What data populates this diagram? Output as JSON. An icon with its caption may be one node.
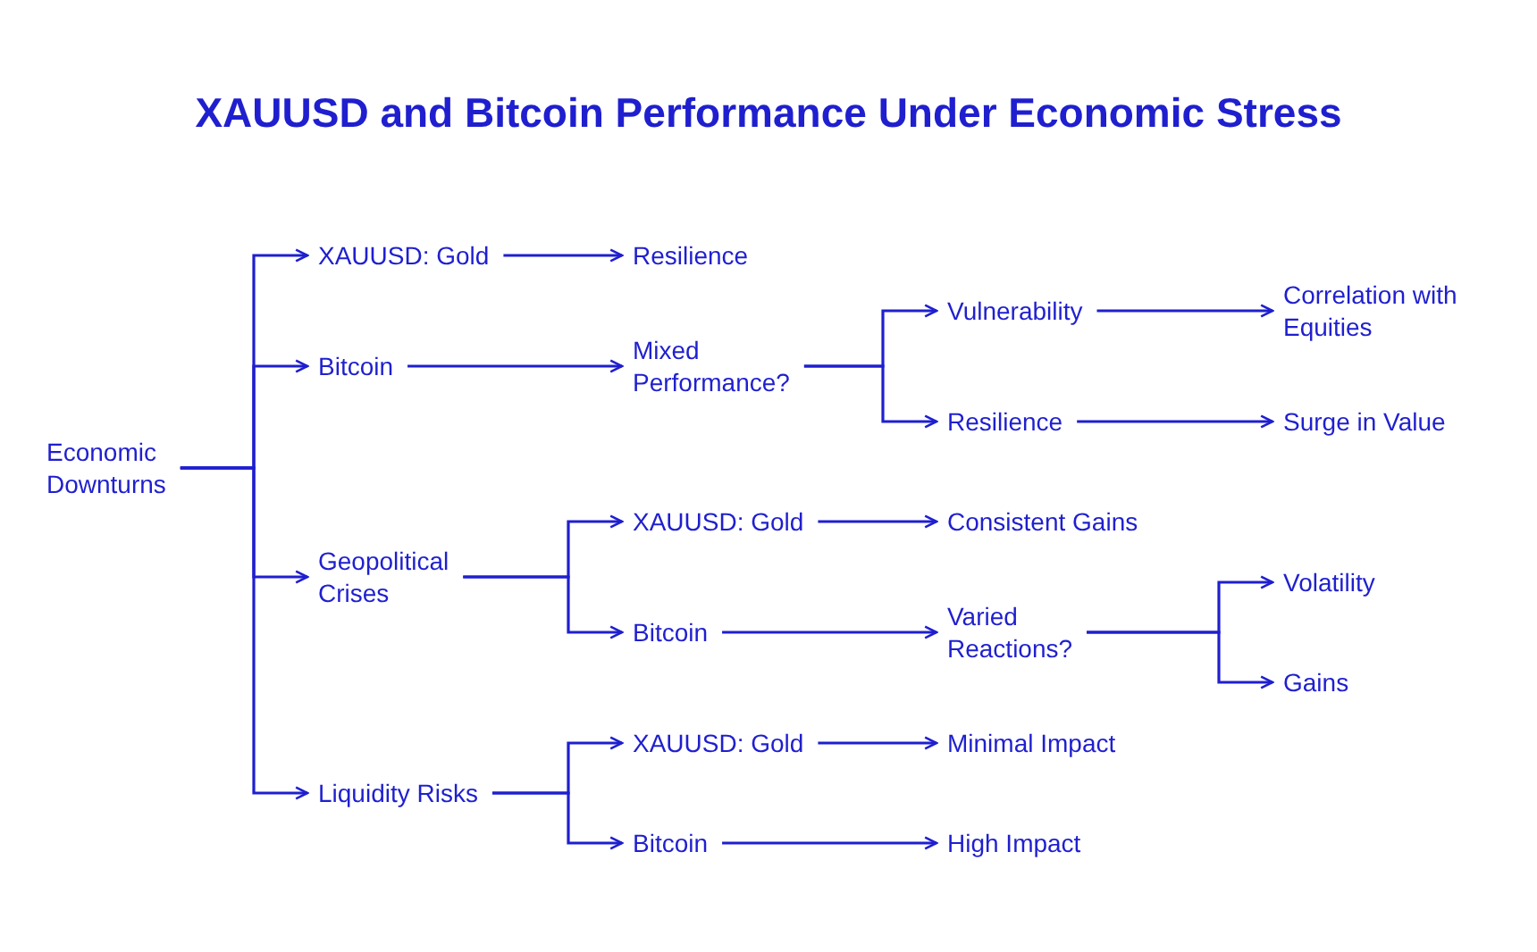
{
  "diagram": {
    "title": "XAUUSD and Bitcoin Performance Under Economic Stress",
    "nodes": [
      {
        "text": [
          "Economic Downturns"
        ]
      },
      {
        "text": [
          "XAUUSD: Gold"
        ]
      },
      {
        "text": [
          "Resilience"
        ]
      },
      {
        "text": [
          "Bitcoin"
        ]
      },
      {
        "text": [
          "Mixed Performance?"
        ]
      },
      {
        "text": [
          "Vulnerability"
        ]
      },
      {
        "text": [
          "Correlation with Equities"
        ]
      },
      {
        "text": [
          "Resilience"
        ]
      },
      {
        "text": [
          "Surge in Value"
        ]
      },
      {
        "text": [
          "Geopolitical Crises"
        ]
      },
      {
        "text": [
          "XAUUSD: Gold"
        ]
      },
      {
        "text": [
          "Consistent Gains"
        ]
      },
      {
        "text": [
          "Bitcoin"
        ]
      },
      {
        "text": [
          "Varied Reactions?"
        ]
      },
      {
        "text": [
          "Volatility"
        ]
      },
      {
        "text": [
          "Gains"
        ]
      },
      {
        "text": [
          "Liquidity Risks"
        ]
      },
      {
        "text": [
          "XAUUSD: Gold"
        ]
      },
      {
        "text": [
          "Minimal Impact"
        ]
      },
      {
        "text": [
          "Bitcoin"
        ]
      },
      {
        "text": [
          "High Impact"
        ]
      }
    ],
    "edges": [
      {
        "from": 0,
        "to": 1,
        "arrow": "to"
      },
      {
        "from": 0,
        "to": 3,
        "arrow": "to"
      },
      {
        "from": 0,
        "to": 9,
        "arrow": "to"
      },
      {
        "from": 0,
        "to": 16,
        "arrow": "to"
      },
      {
        "from": 1,
        "to": 2,
        "arrow": "to"
      },
      {
        "from": 3,
        "to": 4,
        "arrow": "to"
      },
      {
        "from": 4,
        "to": 5,
        "arrow": "to"
      },
      {
        "from": 4,
        "to": 7,
        "arrow": "to"
      },
      {
        "from": 5,
        "to": 6,
        "arrow": "to"
      },
      {
        "from": 7,
        "to": 8,
        "arrow": "to"
      },
      {
        "from": 9,
        "to": 10,
        "arrow": "to"
      },
      {
        "from": 9,
        "to": 12,
        "arrow": "to"
      },
      {
        "from": 10,
        "to": 11,
        "arrow": "to"
      },
      {
        "from": 12,
        "to": 13,
        "arrow": "to"
      },
      {
        "from": 13,
        "to": 14,
        "arrow": "to"
      },
      {
        "from": 13,
        "to": 15,
        "arrow": "to"
      },
      {
        "from": 16,
        "to": 17,
        "arrow": "to"
      },
      {
        "from": 16,
        "to": 19,
        "arrow": "to"
      },
      {
        "from": 17,
        "to": 18,
        "arrow": "to"
      },
      {
        "from": 19,
        "to": 20,
        "arrow": "to"
      }
    ]
  }
}
